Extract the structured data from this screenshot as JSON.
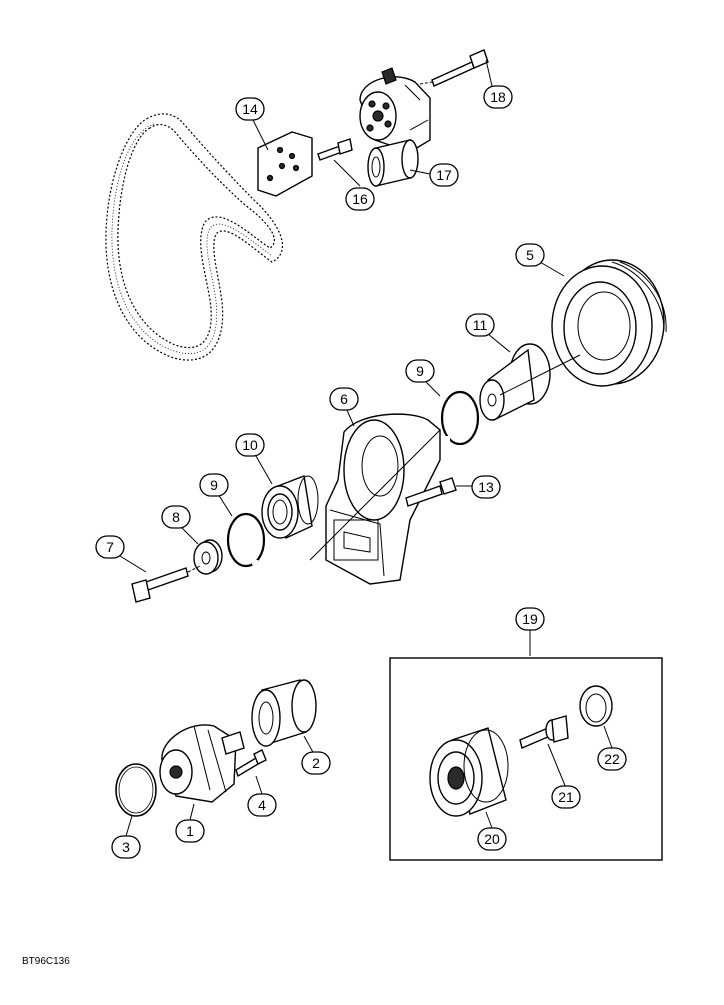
{
  "figure_id": "BT96C136",
  "callouts": {
    "c1": "1",
    "c2": "2",
    "c3": "3",
    "c4": "4",
    "c5": "5",
    "c6": "6",
    "c7": "7",
    "c8": "8",
    "c9a": "9",
    "c9b": "9",
    "c10": "10",
    "c11": "11",
    "c13": "13",
    "c14": "14",
    "c16": "16",
    "c17": "17",
    "c18": "18",
    "c19": "19",
    "c20": "20",
    "c21": "21",
    "c22": "22"
  }
}
